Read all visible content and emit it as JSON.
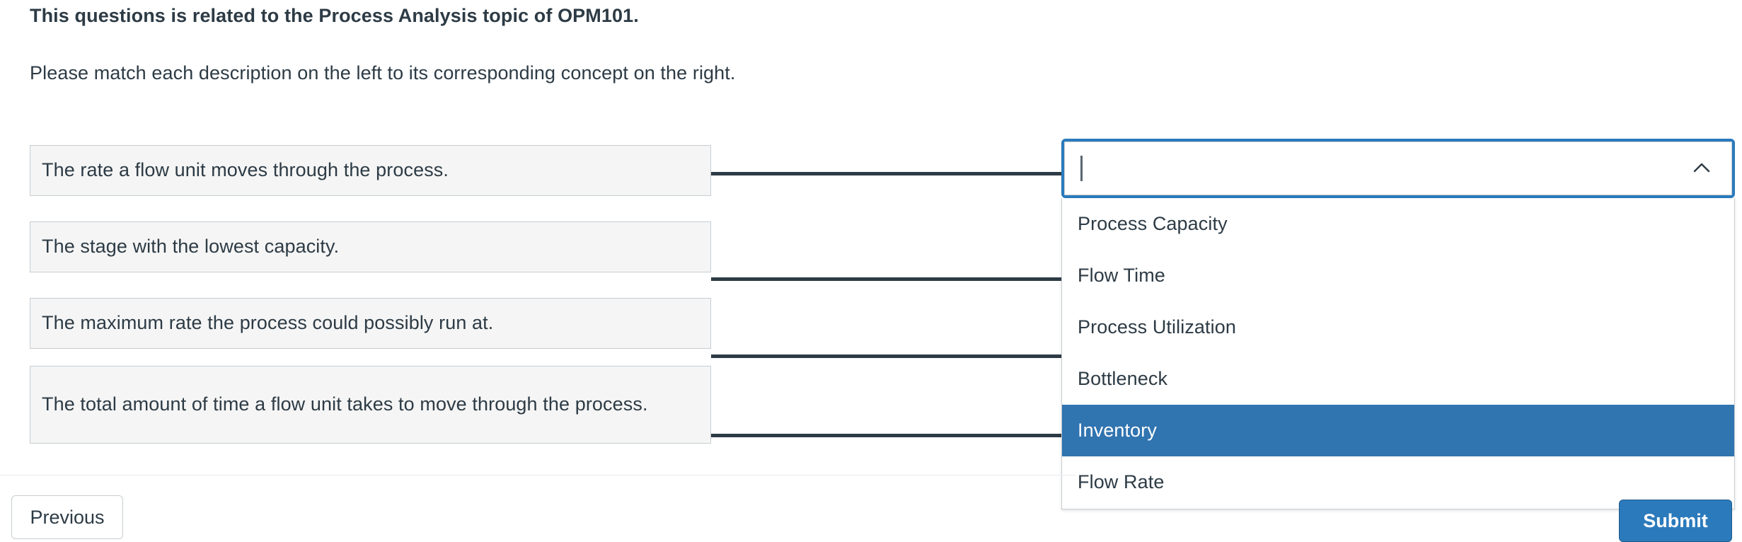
{
  "question": {
    "heading": "This questions is related to the Process Analysis topic of OPM101.",
    "subtitle": "Please match each description on the left to its corresponding concept on the right."
  },
  "descriptions": [
    {
      "text": "The rate a flow unit moves through the process."
    },
    {
      "text": "The stage with the lowest capacity."
    },
    {
      "text": "The maximum rate the process could possibly run at."
    },
    {
      "text": "The total amount of time a flow unit takes to move through the process."
    }
  ],
  "dropdown": {
    "value": "",
    "placeholder": "",
    "expanded": true,
    "toggle_icon": "chevron-up-icon",
    "highlighted_option": "Inventory",
    "options": [
      {
        "label": "Process Capacity",
        "selected": false
      },
      {
        "label": "Flow Time",
        "selected": false
      },
      {
        "label": "Process Utilization",
        "selected": false
      },
      {
        "label": "Bottleneck",
        "selected": false
      },
      {
        "label": "Inventory",
        "selected": true
      },
      {
        "label": "Flow Rate",
        "selected": false
      }
    ]
  },
  "footer": {
    "previous_label": "Previous",
    "submit_label": "Submit"
  },
  "colors": {
    "text": "#2d3b45",
    "box_fill": "#f5f5f5",
    "box_border": "#c7cdd1",
    "connector": "#2d3b45",
    "focus_ring": "#2b7abc",
    "highlight": "#3074b0",
    "submit_bg": "#2b7abc"
  }
}
